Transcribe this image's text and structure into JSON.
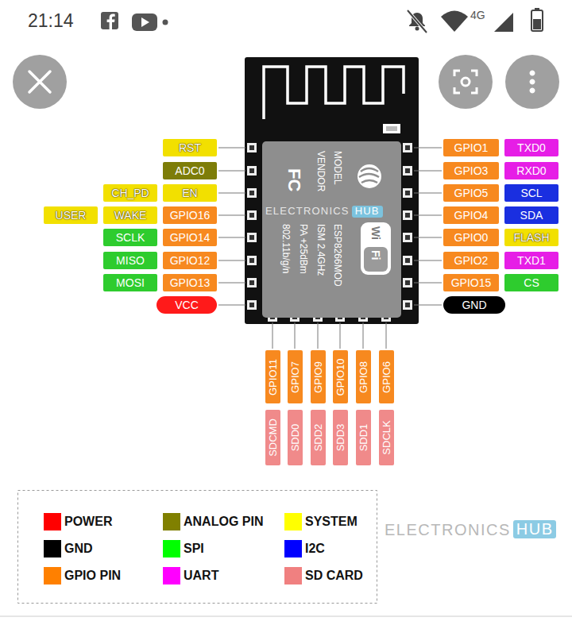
{
  "diagram": {
    "nodes": [
      {
        "text": [
          "MODEL",
          "ESP8266MOD",
          "VENDOR",
          "ISM 2.4GHz",
          "FC",
          "PA +25dBm",
          "802.11b/g/n",
          "Wi",
          "Fi"
        ]
      },
      {
        "text": [
          "RST"
        ]
      },
      {
        "text": [
          "GPIO1"
        ]
      },
      {
        "text": [
          "TXD0"
        ]
      },
      {
        "text": [
          "ADC0"
        ]
      },
      {
        "text": [
          "GPIO3"
        ]
      },
      {
        "text": [
          "RXD0"
        ]
      },
      {
        "text": [
          "CH_PD"
        ]
      },
      {
        "text": [
          "EN"
        ]
      },
      {
        "text": [
          "GPIO5"
        ]
      },
      {
        "text": [
          "SCL"
        ]
      },
      {
        "text": [
          "USER"
        ]
      },
      {
        "text": [
          "WAKE"
        ]
      },
      {
        "text": [
          "GPIO16"
        ]
      },
      {
        "text": [
          "GPIO4"
        ]
      },
      {
        "text": [
          "SDA"
        ]
      },
      {
        "text": [
          "SCLK"
        ]
      },
      {
        "text": [
          "GPIO14"
        ]
      },
      {
        "text": [
          "GPIO0"
        ]
      },
      {
        "text": [
          "FLASH"
        ]
      },
      {
        "text": [
          "MISO"
        ]
      },
      {
        "text": [
          "GPIO12"
        ]
      },
      {
        "text": [
          "GPIO2"
        ]
      },
      {
        "text": [
          "TXD1"
        ]
      },
      {
        "text": [
          "MOSI"
        ]
      },
      {
        "text": [
          "GPIO13"
        ]
      },
      {
        "text": [
          "GPIO15"
        ]
      },
      {
        "text": [
          "CS"
        ]
      },
      {
        "text": [
          "VCC"
        ]
      },
      {
        "text": [
          "GND"
        ]
      },
      {
        "text": [
          "GPIO11"
        ]
      },
      {
        "text": [
          "GPIO7"
        ]
      },
      {
        "text": [
          "GPIO9"
        ]
      },
      {
        "text": [
          "GPIO10"
        ]
      },
      {
        "text": [
          "GPIO8"
        ]
      },
      {
        "text": [
          "GPIO6"
        ]
      },
      {
        "text": [
          "SDCMD"
        ]
      },
      {
        "text": [
          "SDD0"
        ]
      },
      {
        "text": [
          "SDD2"
        ]
      },
      {
        "text": [
          "SDD3"
        ]
      },
      {
        "text": [
          "SDD1"
        ]
      },
      {
        "text": [
          "SDCLK"
        ]
      }
    ],
    "labels": [
      "21:14",
      "4G",
      "ELECTRONICS",
      "HUB",
      "ELECTRONICS",
      "HUB"
    ],
    "legend": [
      {
        "text": "POWER",
        "color": "#ff0000"
      },
      {
        "text": "ANALOG PIN",
        "color": "#808000"
      },
      {
        "text": "SYSTEM",
        "color": "#ffff00"
      },
      {
        "text": "GND",
        "color": "#000000"
      },
      {
        "text": "SPI",
        "color": "#00ff00"
      },
      {
        "text": "I2C",
        "color": "#0000ff"
      },
      {
        "text": "GPIO PIN",
        "color": "#ff8000"
      },
      {
        "text": "UART",
        "color": "#ff00ff"
      },
      {
        "text": "SD CARD",
        "color": "#f08080"
      }
    ]
  }
}
